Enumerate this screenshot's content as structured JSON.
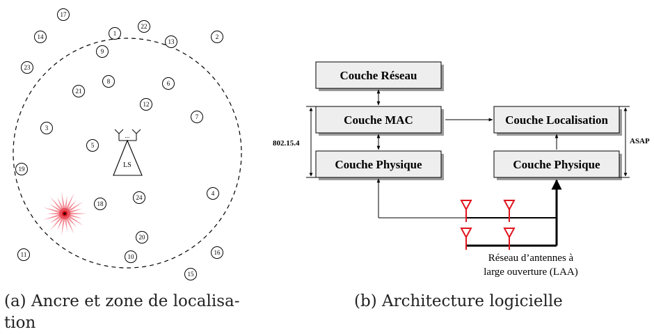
{
  "figure_a": {
    "caption": "(a) Ancre et zone de localisation",
    "caption_line1": "(a) Ancre et zone de localisa-",
    "caption_line2": "tion",
    "center_label": "LS",
    "antenna_dots": "...",
    "nodes": [
      "17",
      "14",
      "1",
      "22",
      "13",
      "2",
      "9",
      "23",
      "8",
      "21",
      "6",
      "12",
      "7",
      "3",
      "5",
      "19",
      "18",
      "24",
      "4",
      "20",
      "11",
      "10",
      "16",
      "15"
    ]
  },
  "figure_b": {
    "caption": "(b) Architecture logicielle",
    "blocks": {
      "reseau": "Couche Réseau",
      "mac": "Couche MAC",
      "phys_left": "Couche Physique",
      "localisation": "Couche Localisation",
      "phys_right": "Couche Physique"
    },
    "left_bracket_label": "802.15.4",
    "right_bracket_label": "ASAP",
    "antenna_label_line1": "Réseau d’antennes à",
    "antenna_label_line2": "large ouverture (LAA)"
  },
  "colors": {
    "block_fill": "#eeeeee",
    "block_stroke": "#000000",
    "shadow": "#9a9a9a",
    "antenna": "#e0141e",
    "burst": "#f27a85",
    "burst_core": "#d8101a"
  }
}
